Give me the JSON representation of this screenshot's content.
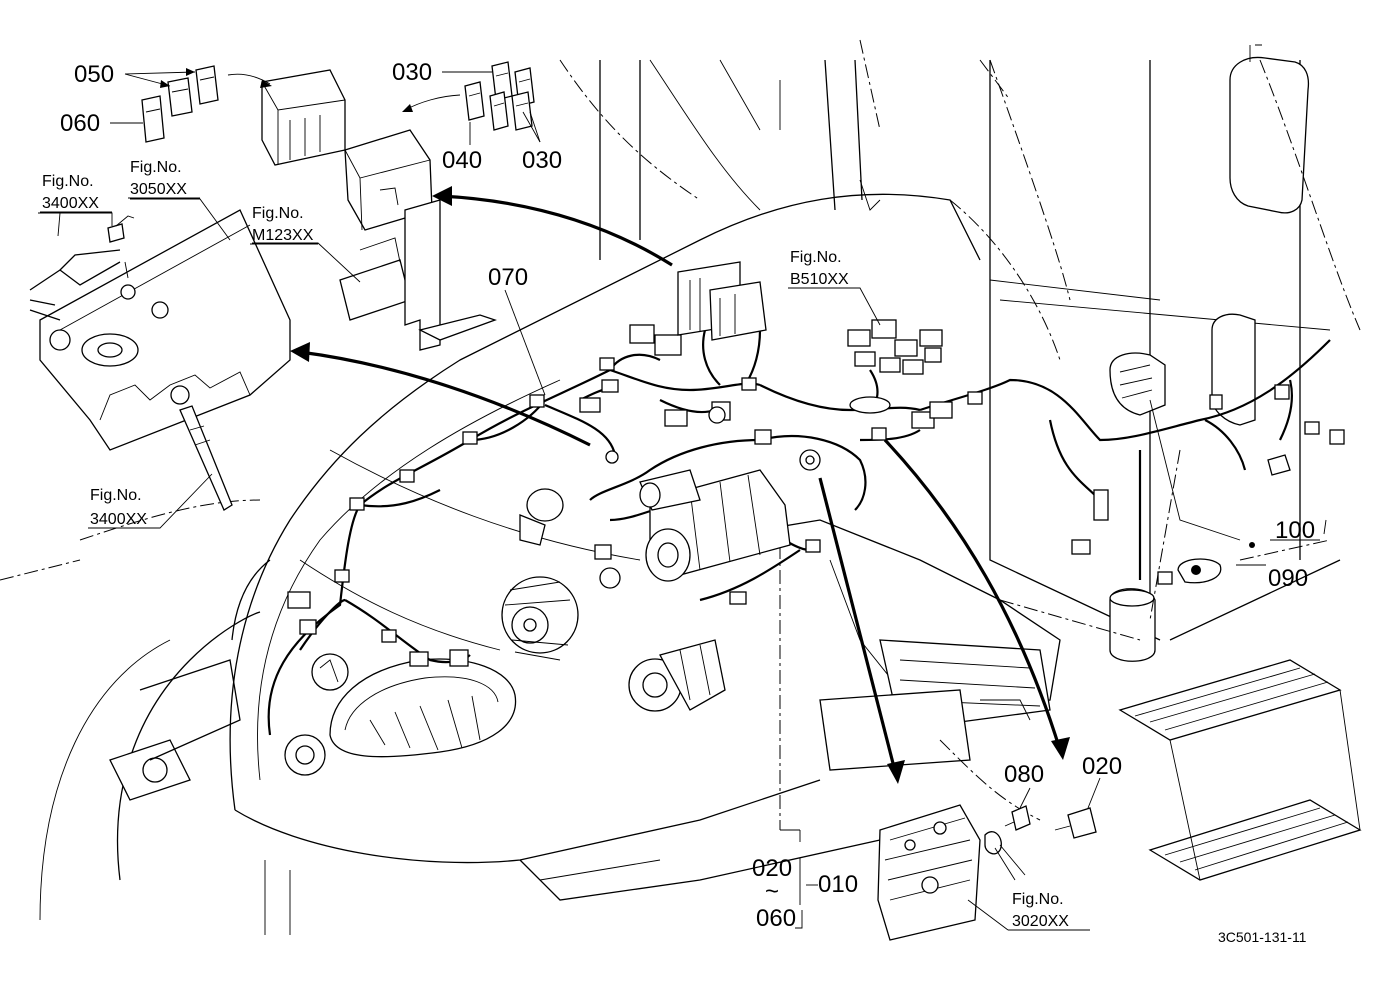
{
  "diagram": {
    "part_labels": {
      "p050": "050",
      "p060": "060",
      "p030_top": "030",
      "p040": "040",
      "p030_bottom": "030",
      "p070": "070",
      "p100": "100",
      "p090": "090",
      "p080": "080",
      "p020_right": "020",
      "p020_bottom": "020",
      "tilde": "~",
      "p060_bottom": "060",
      "p010": "010"
    },
    "figure_refs": {
      "fig_prefix": "Fig.No.",
      "ref_3400_top": "3400XX",
      "ref_3050": "3050XX",
      "ref_m123": "M123XX",
      "ref_b510": "B510XX",
      "ref_3400_bottom": "3400XX",
      "ref_3020": "3020XX"
    },
    "drawing_code": "3C501-131-11"
  }
}
